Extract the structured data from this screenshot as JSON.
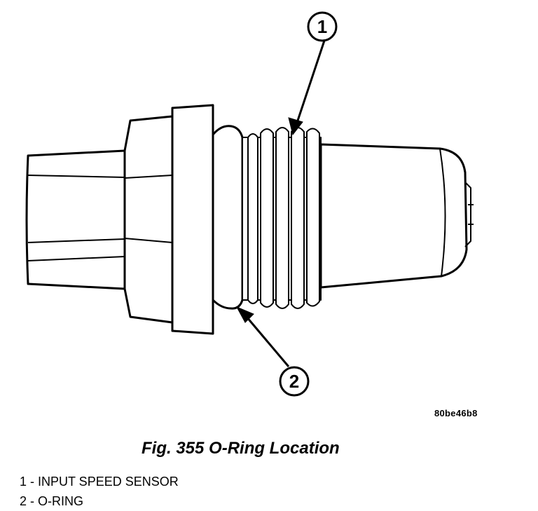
{
  "callouts": [
    {
      "number": "1"
    },
    {
      "number": "2"
    }
  ],
  "figure_code": "80be46b8",
  "caption": "Fig. 355 O-Ring Location",
  "legend": [
    "1 - INPUT SPEED SENSOR",
    "2 - O-RING"
  ]
}
